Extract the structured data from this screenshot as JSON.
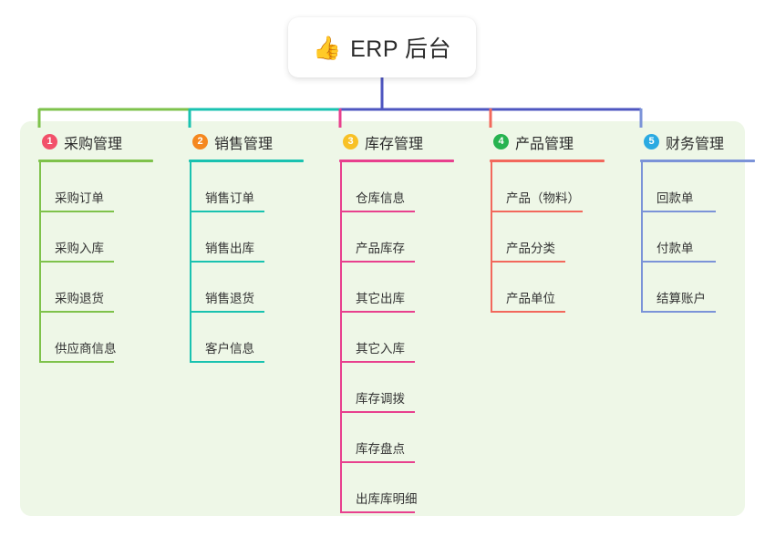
{
  "diagram": {
    "type": "mind-map",
    "background_color": "#FFFFFF",
    "panel_color": "#EEF7E7",
    "root": {
      "icon": "thumbs-up-icon",
      "emoji": "👍",
      "title": "ERP 后台",
      "card_color": "#FFFFFF",
      "stem_color": "#4E56C0"
    },
    "spine": {
      "segments": [
        {
          "color": "#7EC24B",
          "from_branch": 0,
          "to_branch": 1
        },
        {
          "color": "#19C2B0",
          "from_branch": 1,
          "to_branch": 2
        },
        {
          "color": "#4E56C0",
          "from_branch": 2,
          "to_branch": 4
        }
      ]
    },
    "branches": [
      {
        "index": "1",
        "title": "采购管理",
        "badge_color": "#F2516A",
        "line_color": "#7EC24B",
        "items": [
          {
            "label": "采购订单"
          },
          {
            "label": "采购入库"
          },
          {
            "label": "采购退货"
          },
          {
            "label": "供应商信息"
          }
        ]
      },
      {
        "index": "2",
        "title": "销售管理",
        "badge_color": "#F5881F",
        "line_color": "#19C2B0",
        "items": [
          {
            "label": "销售订单"
          },
          {
            "label": "销售出库"
          },
          {
            "label": "销售退货"
          },
          {
            "label": "客户信息"
          }
        ]
      },
      {
        "index": "3",
        "title": "库存管理",
        "badge_color": "#F8C126",
        "line_color": "#E8408E",
        "items": [
          {
            "label": "仓库信息"
          },
          {
            "label": "产品库存"
          },
          {
            "label": "其它出库"
          },
          {
            "label": "其它入库"
          },
          {
            "label": "库存调拨"
          },
          {
            "label": "库存盘点"
          },
          {
            "label": "出库库明细"
          }
        ]
      },
      {
        "index": "4",
        "title": "产品管理",
        "badge_color": "#27B350",
        "line_color": "#F2685C",
        "items": [
          {
            "label": "产品（物料）",
            "wide": true
          },
          {
            "label": "产品分类"
          },
          {
            "label": "产品单位"
          }
        ]
      },
      {
        "index": "5",
        "title": "财务管理",
        "badge_color": "#2AAAE2",
        "line_color": "#7B93D8",
        "items": [
          {
            "label": "回款单"
          },
          {
            "label": "付款单"
          },
          {
            "label": "结算账户"
          }
        ]
      }
    ]
  }
}
